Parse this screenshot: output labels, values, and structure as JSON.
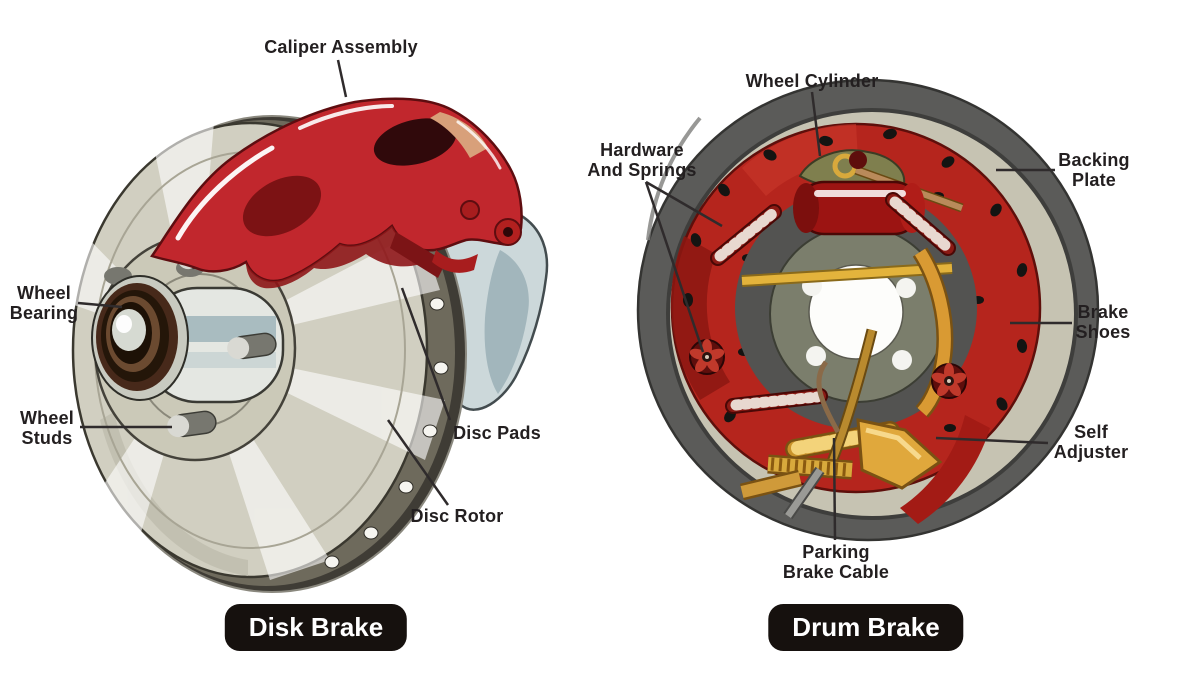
{
  "diagram_title": "Disk Brake vs Drum Brake components diagram",
  "colors": {
    "label_text": "#231f20",
    "badge_background": "#16110e",
    "badge_text": "#ffffff",
    "caliper_red": "#c1272d",
    "rotor_face_gray": "#d1cfc1",
    "rotor_rim_dark": "#46433b",
    "drum_gray": "#5b5b59",
    "backing_plate_red": "#b5251d",
    "hardware_gold": "#d99a33",
    "bracket_steel": "#ccd8da"
  },
  "disk_brake": {
    "badge": "Disk Brake",
    "labels": {
      "caliper_assembly": "Caliper Assembly",
      "wheel_bearing": [
        "Wheel",
        "Bearing"
      ],
      "wheel_studs": [
        "Wheel",
        "Studs"
      ],
      "disc_pads": "Disc Pads",
      "disc_rotor": "Disc Rotor"
    }
  },
  "drum_brake": {
    "badge": "Drum Brake",
    "labels": {
      "wheel_cylinder": "Wheel Cylinder",
      "hardware_and_springs": [
        "Hardware",
        "And Springs"
      ],
      "backing_plate": [
        "Backing",
        "Plate"
      ],
      "brake_shoes": [
        "Brake",
        "Shoes"
      ],
      "self_adjuster": [
        "Self",
        "Adjuster"
      ],
      "parking_brake_cable": [
        "Parking",
        "Brake Cable"
      ]
    }
  }
}
